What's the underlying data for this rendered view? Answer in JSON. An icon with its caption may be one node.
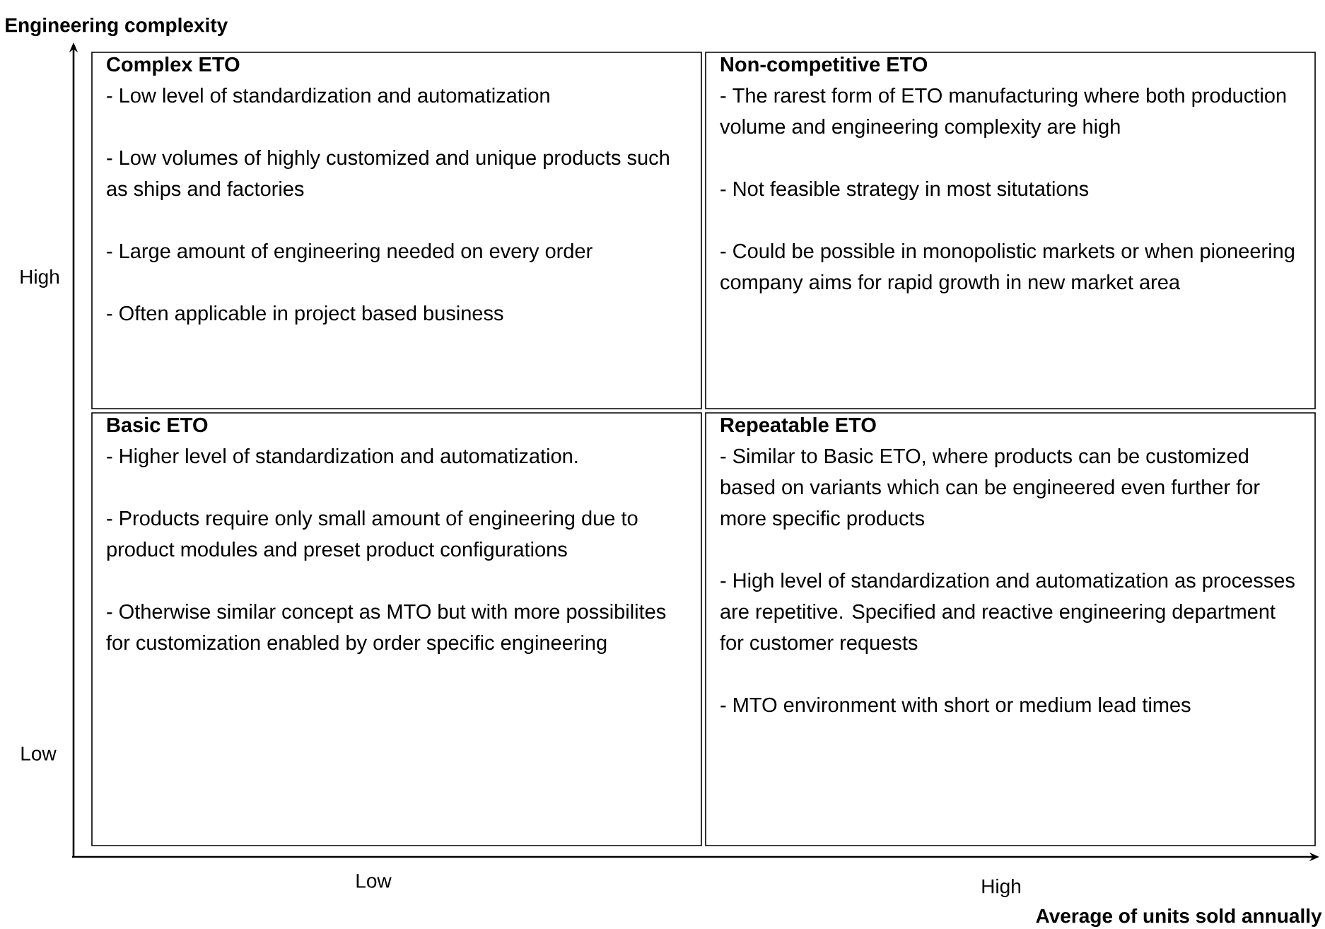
{
  "diagram": {
    "nodes": [
      {
        "text": [
          "Complex ETO",
          "- Low level of standardization and automatization",
          "- Low volumes of highly customized and unique products such as ships and factories",
          "- Large amount of engineering needed on every order",
          "- Often applicable in project based business"
        ]
      },
      {
        "text": [
          "Non-competitive ETO",
          "- The rarest form of ETO manufacturing where both production volume and engineering complexity are high",
          "- Not feasible strategy in most situtations",
          "- Could be possible in monopolistic markets or when pioneering company aims for rapid growth in new market area"
        ]
      },
      {
        "text": [
          "Basic ETO",
          "- Higher level of standardization and automatization.",
          "- Products require only small amount of engineering due to product modules and preset product configurations",
          "- Otherwise similar concept as MTO but with more possibilites for customization enabled by order specific engineering"
        ]
      },
      {
        "text": [
          "Repeatable ETO",
          "- Similar to Basic ETO, where products can be customized based on variants which can be engineered even further for more specific products",
          "- High level of standardization and automatization as processes are repetitive. Specified and reactive engineering department for customer requests",
          "- MTO environment with short or medium lead times"
        ]
      }
    ],
    "labels": [
      "Engineering complexity",
      "High",
      "Low",
      "Low",
      "High",
      "Average of units sold annually"
    ]
  }
}
